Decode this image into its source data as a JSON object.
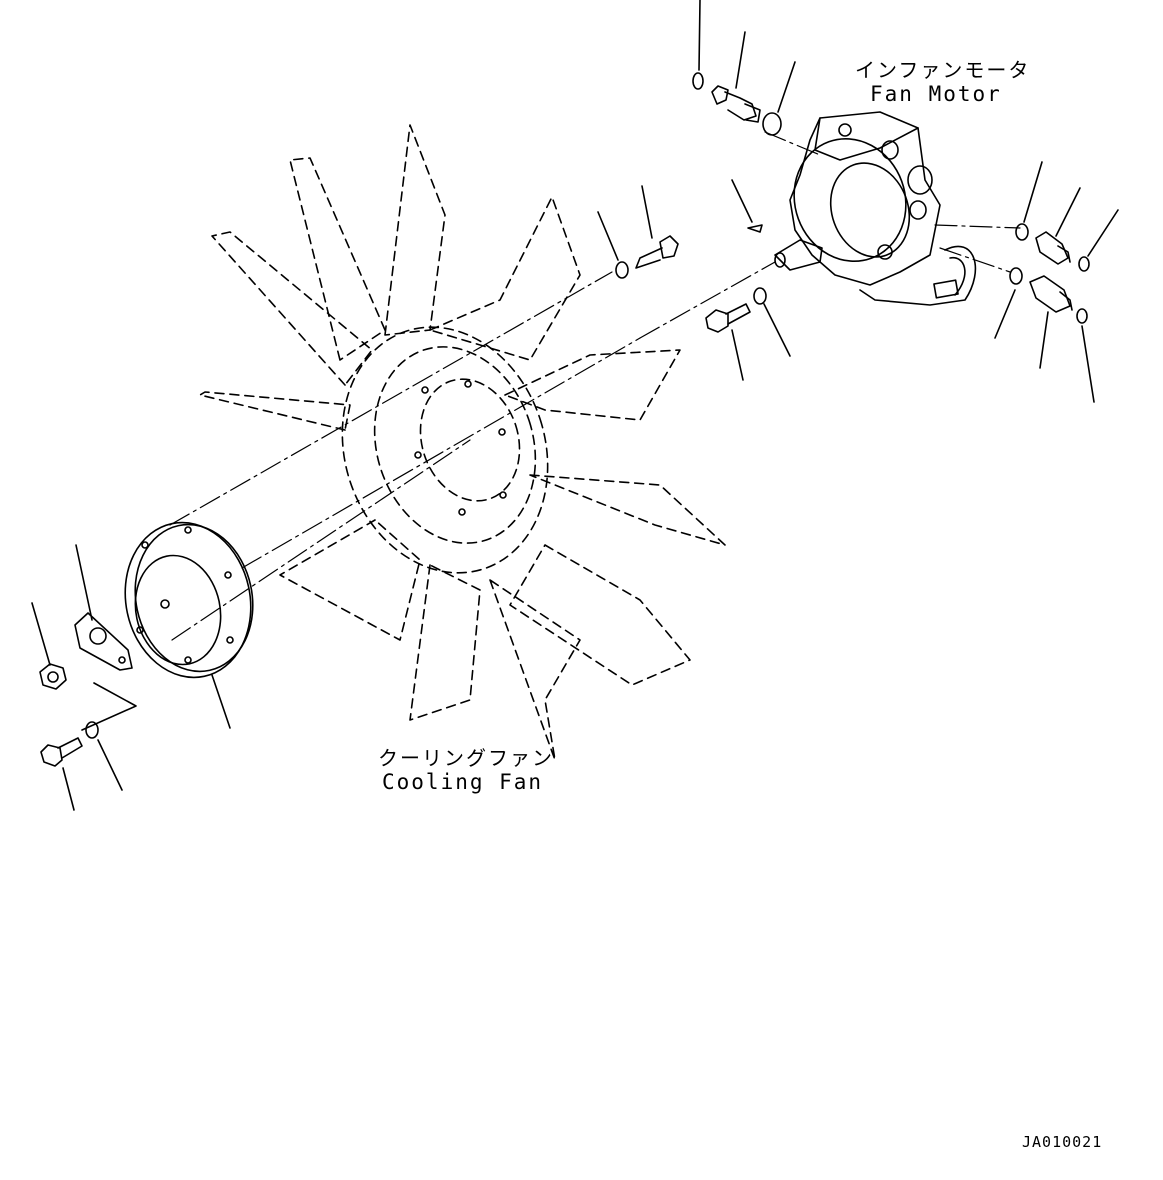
{
  "diagram": {
    "motor_label_jp": "インファンモータ",
    "motor_label_en": "Fan Motor",
    "fan_label_jp": "クーリングファン",
    "fan_label_en": "Cooling Fan",
    "drawing_code": "JA010021"
  },
  "colors": {
    "line": "#000000",
    "background": "#ffffff"
  }
}
